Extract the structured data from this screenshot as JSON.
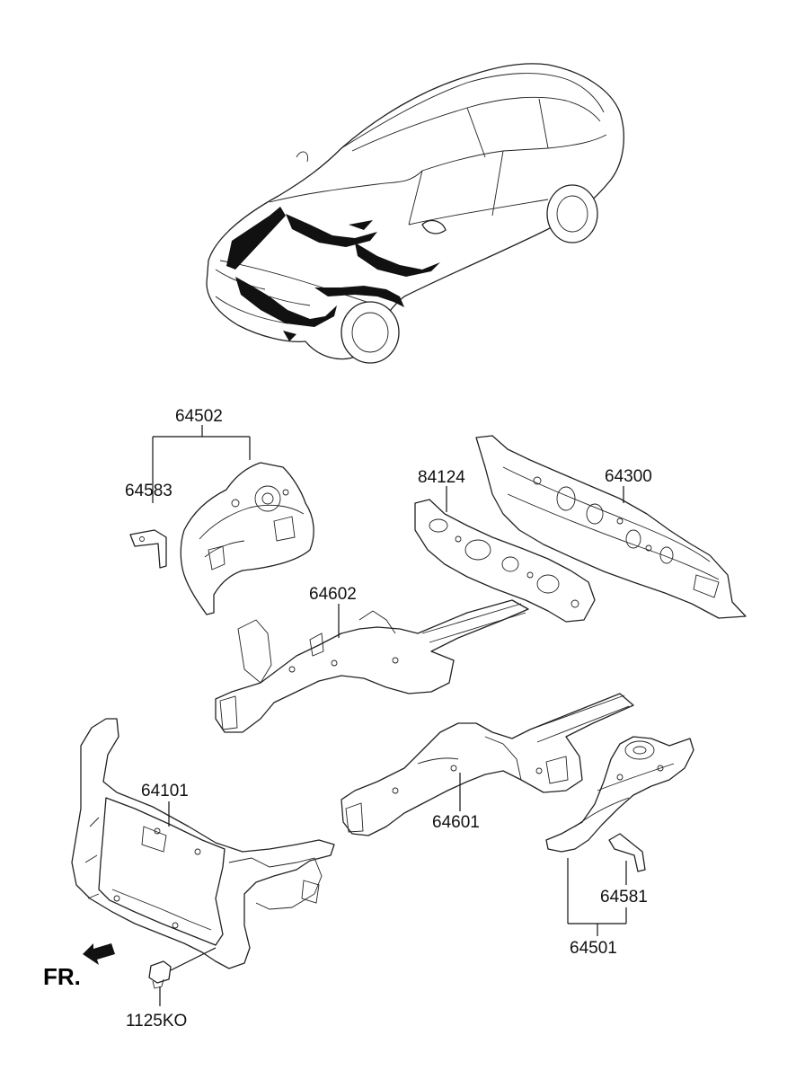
{
  "callouts": [
    {
      "id": "64502",
      "text": "64502"
    },
    {
      "id": "64583",
      "text": "64583"
    },
    {
      "id": "84124",
      "text": "84124"
    },
    {
      "id": "64300",
      "text": "64300"
    },
    {
      "id": "64602",
      "text": "64602"
    },
    {
      "id": "64101",
      "text": "64101"
    },
    {
      "id": "64601",
      "text": "64601"
    },
    {
      "id": "64581",
      "text": "64581"
    },
    {
      "id": "64501",
      "text": "64501"
    },
    {
      "id": "1125KO",
      "text": "1125KO"
    }
  ],
  "direction_marker": {
    "text": "FR.",
    "icon": "front-direction-arrow-icon"
  }
}
